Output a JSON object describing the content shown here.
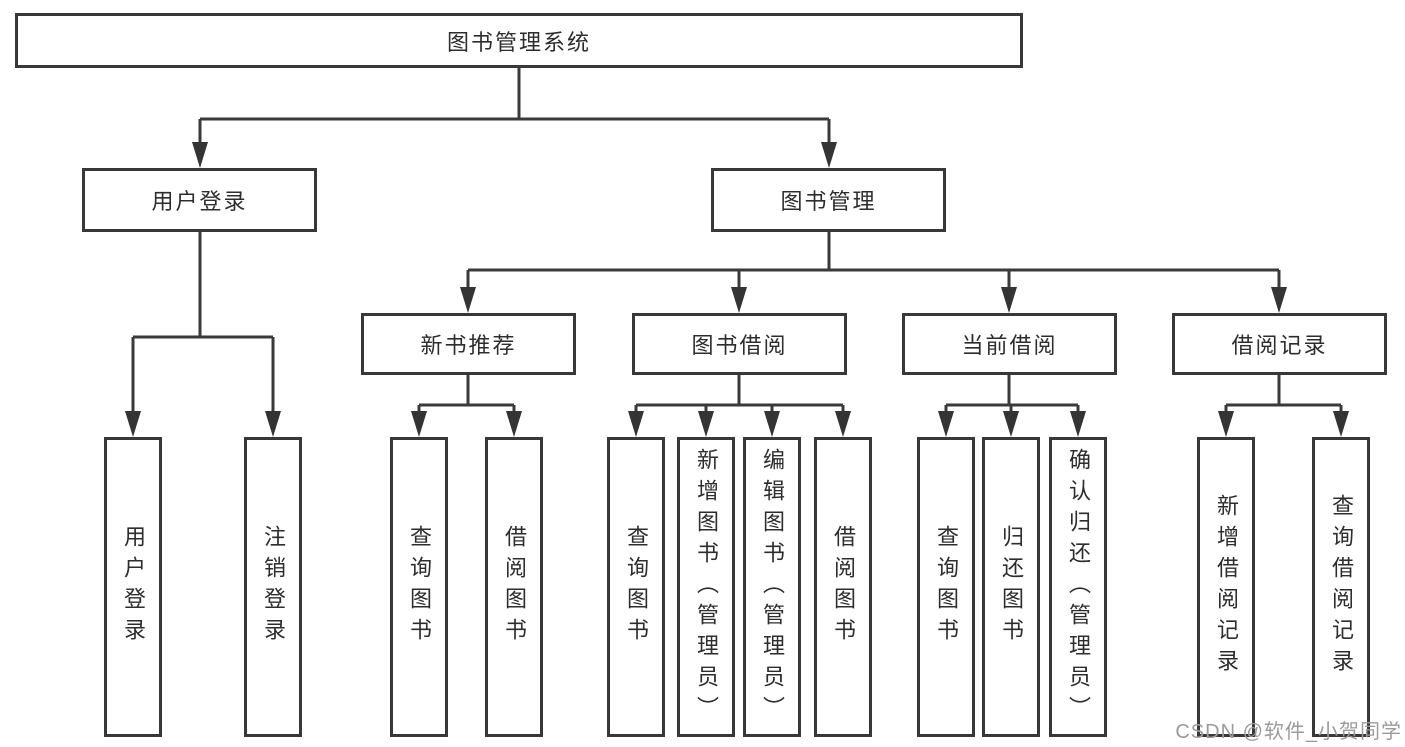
{
  "diagram_type": "hierarchy-tree",
  "colors": {
    "line": "#3a3a3a",
    "box_border": "#383838",
    "box_background": "#ffffff",
    "text": "#2d2d2d",
    "watermark": "#9b9b9b"
  },
  "tree": {
    "label": "图书管理系统",
    "children": [
      {
        "label": "用户登录",
        "children": [
          {
            "label": "用户登录"
          },
          {
            "label": "注销登录"
          }
        ]
      },
      {
        "label": "图书管理",
        "children": [
          {
            "label": "新书推荐",
            "children": [
              {
                "label": "查询图书"
              },
              {
                "label": "借阅图书"
              }
            ]
          },
          {
            "label": "图书借阅",
            "children": [
              {
                "label": "查询图书"
              },
              {
                "label": "新增图书（管理员）"
              },
              {
                "label": "编辑图书（管理员）"
              },
              {
                "label": "借阅图书"
              }
            ]
          },
          {
            "label": "当前借阅",
            "children": [
              {
                "label": "查询图书"
              },
              {
                "label": "归还图书"
              },
              {
                "label": "确认归还（管理员）"
              }
            ]
          },
          {
            "label": "借阅记录",
            "children": [
              {
                "label": "新增借阅记录"
              },
              {
                "label": "查询借阅记录"
              }
            ]
          }
        ]
      }
    ]
  },
  "watermark": "CSDN @软件_小贺同学"
}
